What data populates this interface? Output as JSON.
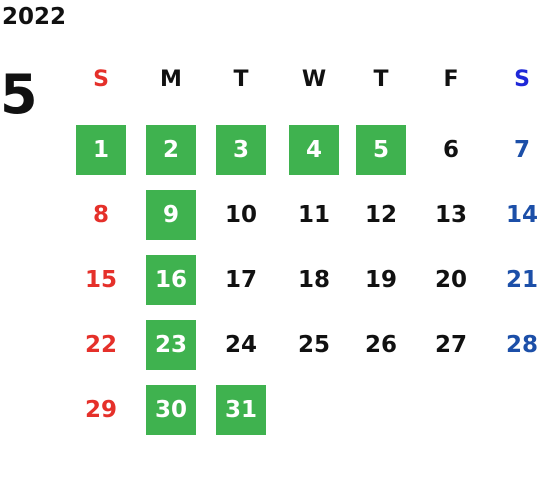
{
  "year": "2022",
  "month": "5",
  "colors": {
    "highlight": "#3fb24f",
    "sunday": "#e5302a",
    "saturday": "#1c4fa8",
    "sunday_header": "#e5302a",
    "saturday_header": "#1f28d8"
  },
  "weekdays": [
    "S",
    "M",
    "T",
    "W",
    "T",
    "F",
    "S"
  ],
  "weeks": [
    [
      {
        "day": "1",
        "hl": true
      },
      {
        "day": "2",
        "hl": true
      },
      {
        "day": "3",
        "hl": true
      },
      {
        "day": "4",
        "hl": true
      },
      {
        "day": "5",
        "hl": true
      },
      {
        "day": "6",
        "hl": false
      },
      {
        "day": "7",
        "hl": false
      }
    ],
    [
      {
        "day": "8",
        "hl": false
      },
      {
        "day": "9",
        "hl": true
      },
      {
        "day": "10",
        "hl": false
      },
      {
        "day": "11",
        "hl": false
      },
      {
        "day": "12",
        "hl": false
      },
      {
        "day": "13",
        "hl": false
      },
      {
        "day": "14",
        "hl": false
      }
    ],
    [
      {
        "day": "15",
        "hl": false
      },
      {
        "day": "16",
        "hl": true
      },
      {
        "day": "17",
        "hl": false
      },
      {
        "day": "18",
        "hl": false
      },
      {
        "day": "19",
        "hl": false
      },
      {
        "day": "20",
        "hl": false
      },
      {
        "day": "21",
        "hl": false
      }
    ],
    [
      {
        "day": "22",
        "hl": false
      },
      {
        "day": "23",
        "hl": true
      },
      {
        "day": "24",
        "hl": false
      },
      {
        "day": "25",
        "hl": false
      },
      {
        "day": "26",
        "hl": false
      },
      {
        "day": "27",
        "hl": false
      },
      {
        "day": "28",
        "hl": false
      }
    ],
    [
      {
        "day": "29",
        "hl": false
      },
      {
        "day": "30",
        "hl": true
      },
      {
        "day": "31",
        "hl": true
      }
    ]
  ]
}
